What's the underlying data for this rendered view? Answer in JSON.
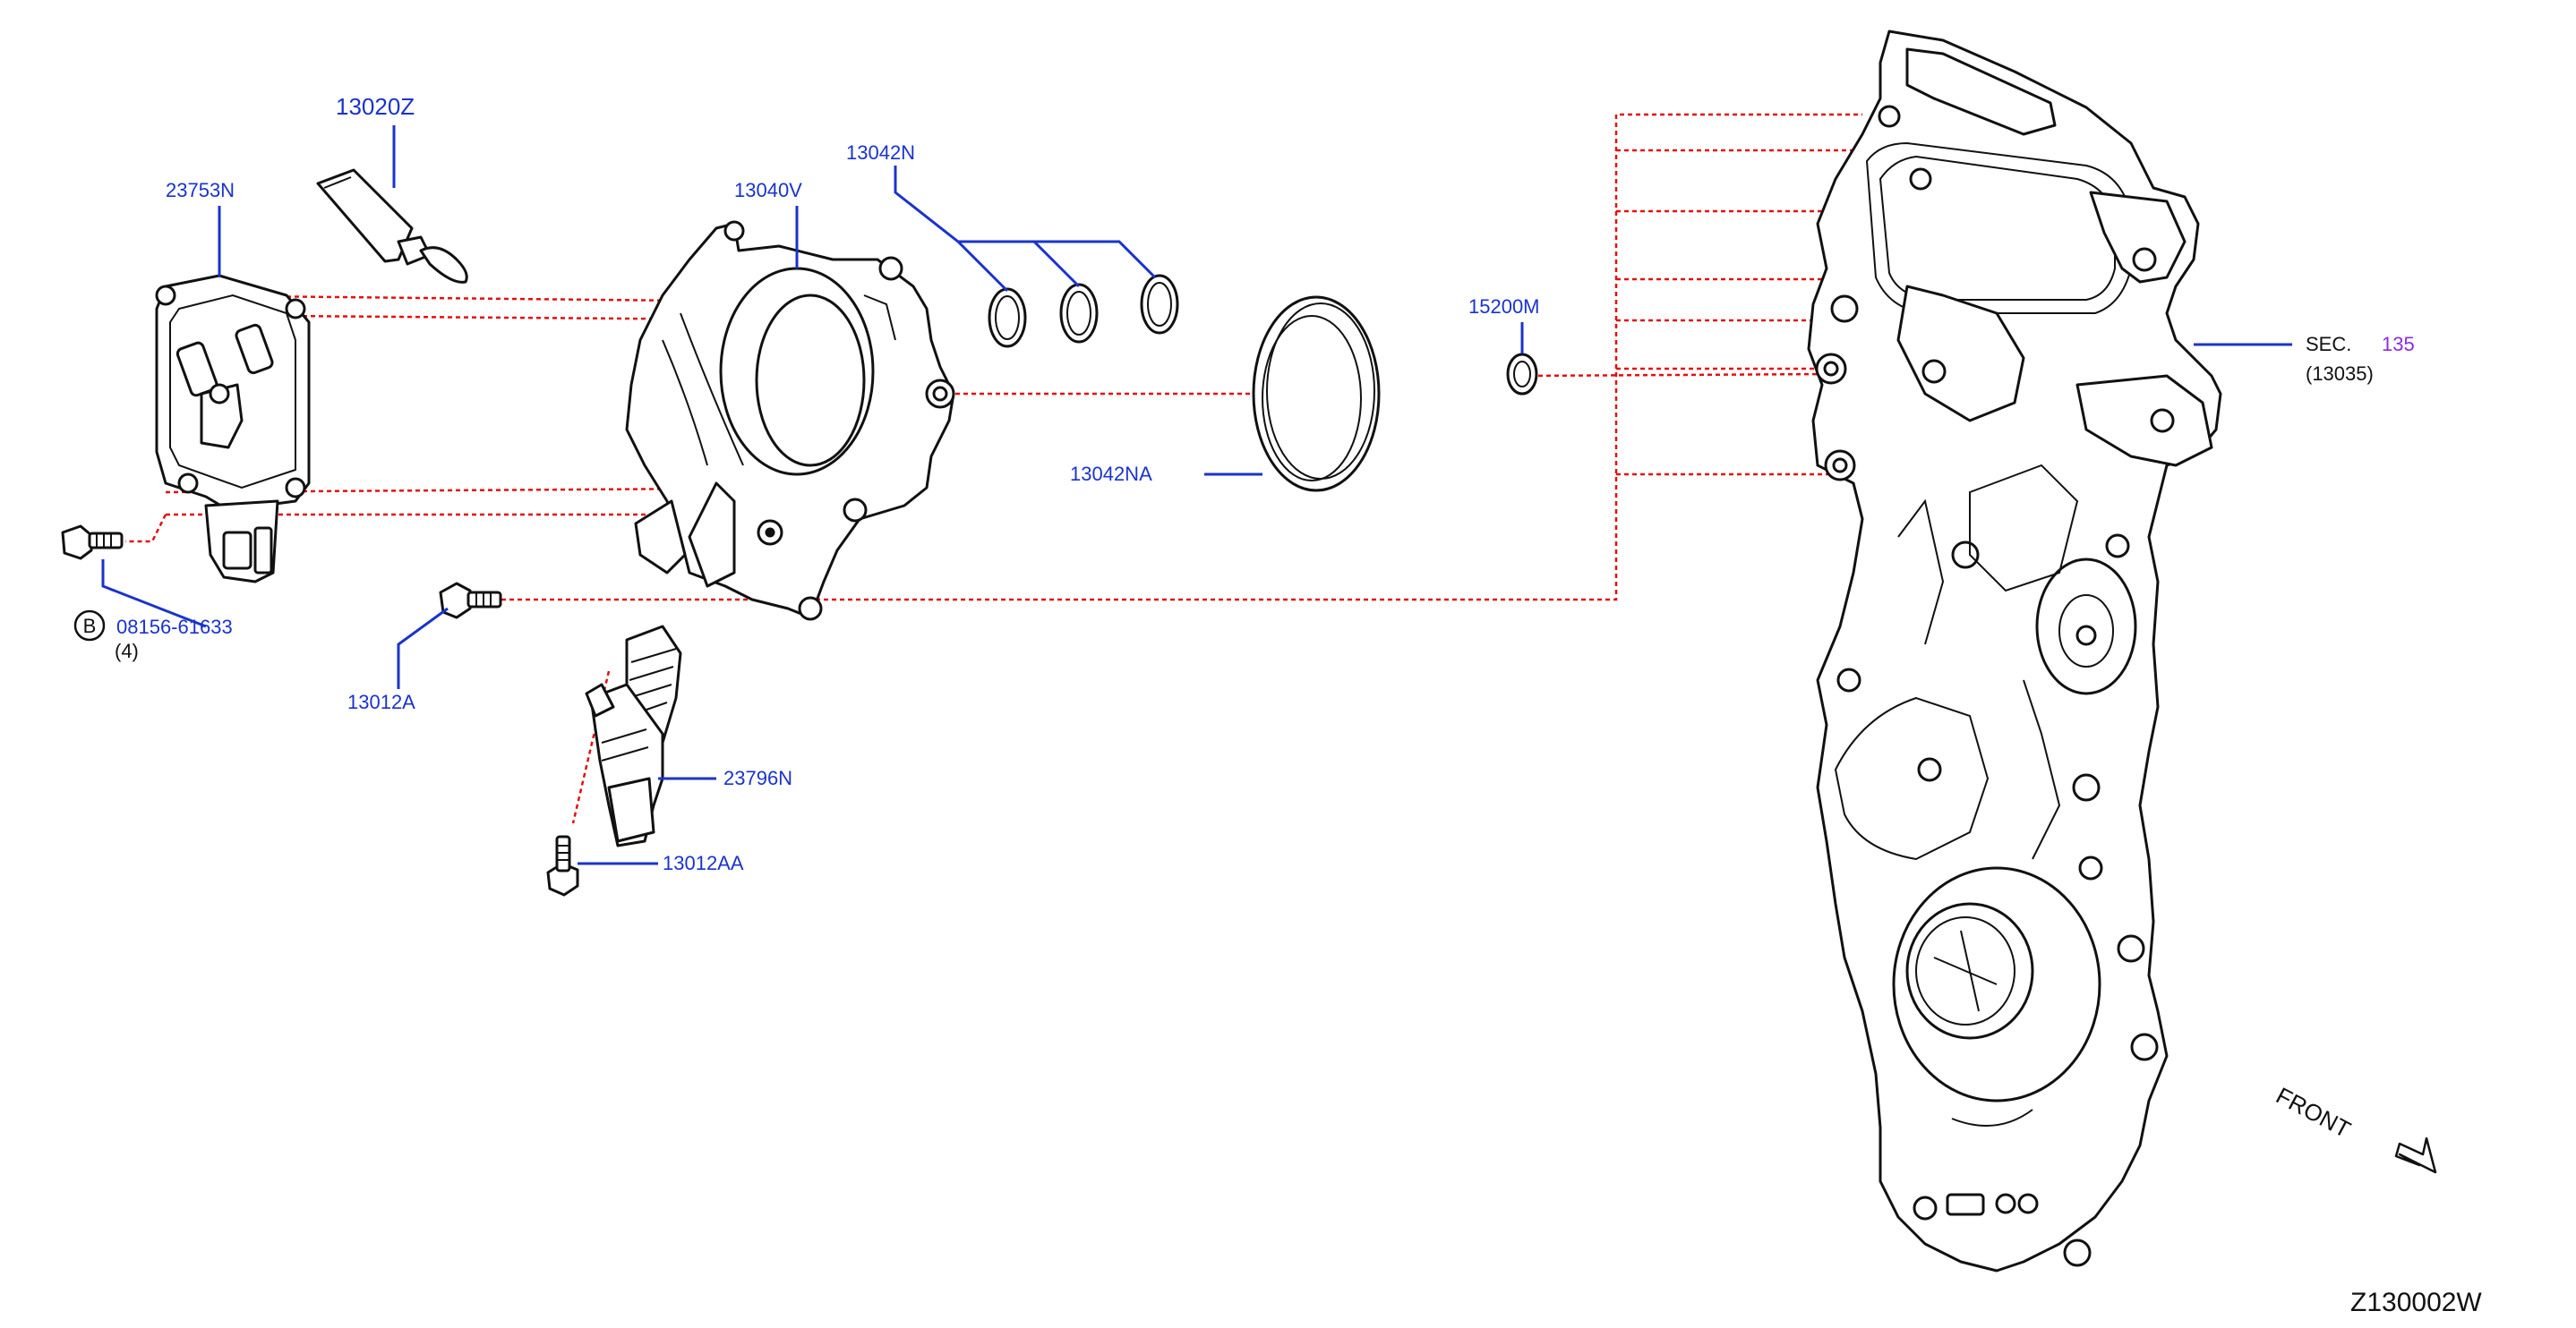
{
  "labels": {
    "p13020z": "13020Z",
    "p23753n": "23753N",
    "p13040v": "13040V",
    "p13042n": "13042N",
    "p13042na": "13042NA",
    "p15200m": "15200M",
    "sec_prefix": "SEC.",
    "sec_num": "135",
    "sec_sub": "(13035)",
    "b_symbol": "B",
    "p08156": "08156-61633",
    "qty": "(4)",
    "p13012a": "13012A",
    "p23796n": "23796N",
    "p13012aa": "13012AA",
    "front": "FRONT",
    "diagram_code": "Z130002W"
  },
  "colors": {
    "label_blue": "#1a33cc",
    "reference_purple": "#8a2be2",
    "dashed_red": "#e01010",
    "line_black": "#111111"
  }
}
